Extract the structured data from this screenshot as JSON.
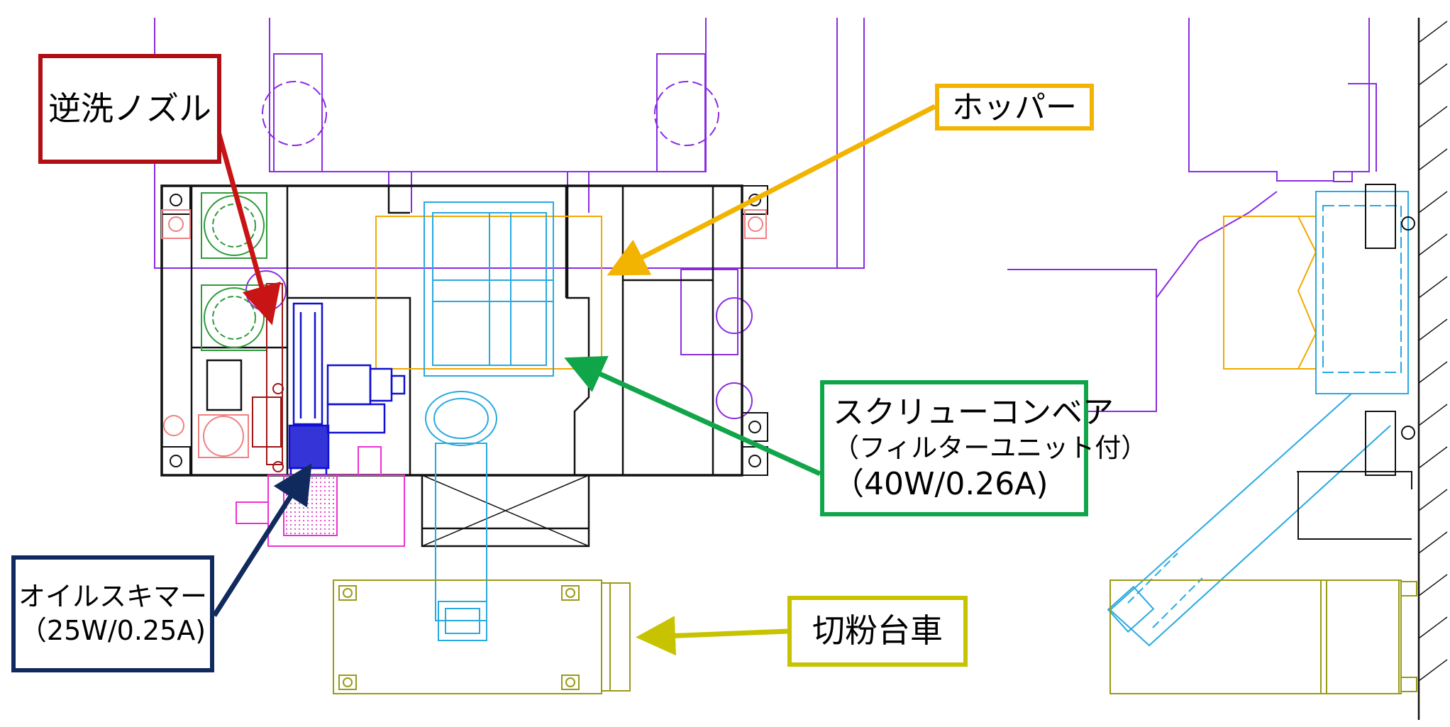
{
  "colors": {
    "outline": "#8a2be2",
    "machine": "#111111",
    "conveyor": "#27a9e1",
    "hopper": "#f2a900",
    "skimmer": "#1010d0",
    "nozzle": "#a01515",
    "cart": "#9a9a18",
    "green_part": "#2e9b3a",
    "pink_part": "#ee2fd6",
    "salmon_part": "#f08080"
  },
  "callouts": {
    "nozzle": {
      "label": "逆洗ノズル",
      "border_color": "#b10f14"
    },
    "hopper": {
      "label": "ホッパー",
      "border_color": "#f2b400"
    },
    "screw": {
      "line1": "スクリューコンベア",
      "line2": "（フィルターユニット付）",
      "line3": "（40W/0.26A)",
      "border_color": "#11a54a"
    },
    "skimmer": {
      "line1": "オイルスキマー",
      "line2": "（25W/0.25A)",
      "border_color": "#102a5e"
    },
    "cart": {
      "label": "切粉台車",
      "border_color": "#c7c300"
    }
  }
}
